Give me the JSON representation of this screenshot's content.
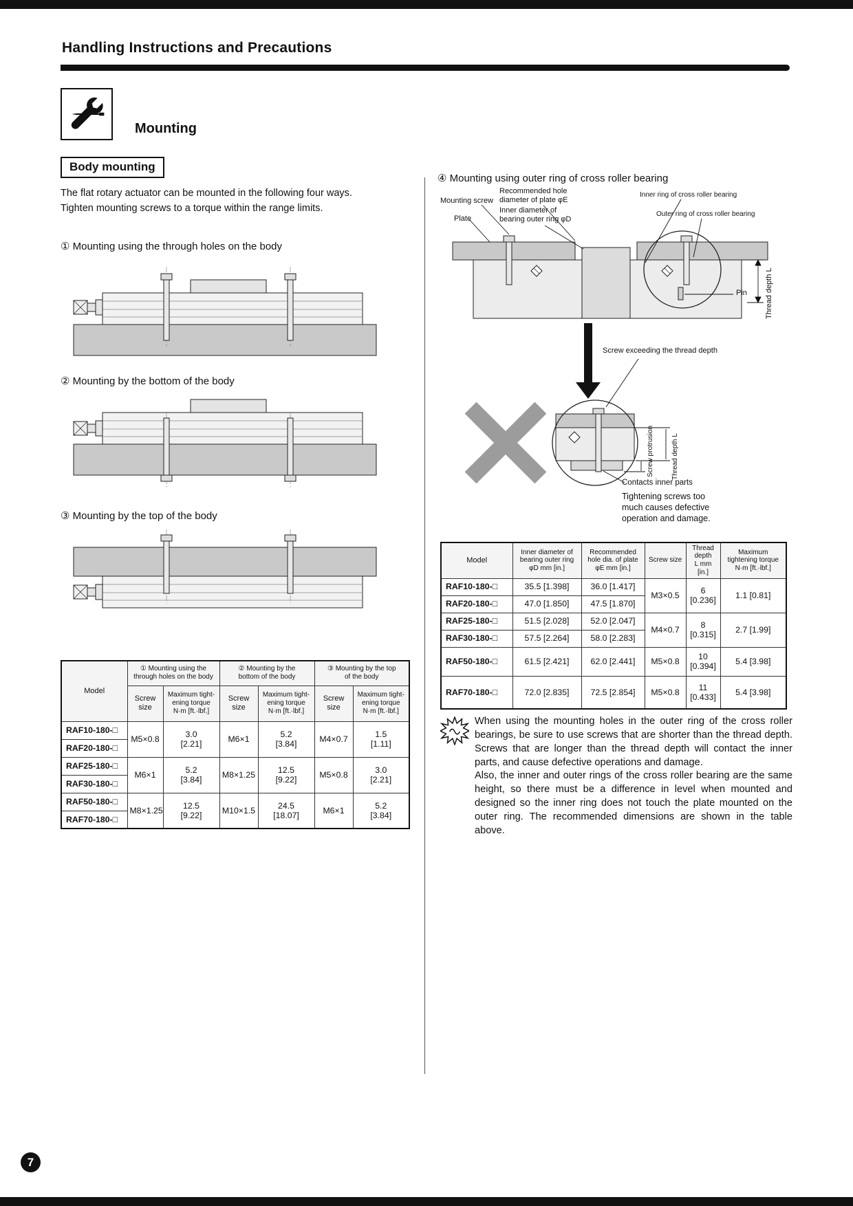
{
  "page": {
    "header_title": "Handling Instructions and Precautions",
    "page_number": "7"
  },
  "section": {
    "title": "Mounting",
    "subsection": "Body mounting",
    "intro": "The flat rotary actuator can be mounted in the following four ways.\nTighten mounting screws to a torque within the range limits.",
    "method1": "① Mounting using the through holes on the body",
    "method2": "② Mounting by the bottom of the body",
    "method3": "③ Mounting by the top of the body",
    "method4": "④ Mounting using outer ring of cross roller bearing"
  },
  "diagram4": {
    "mounting_screw": "Mounting screw",
    "plate": "Plate",
    "recommended_hole": "Recommended hole\ndiameter of plate φE",
    "inner_diameter": "Inner diameter of\nbearing outer ring φD",
    "inner_ring": "Inner ring of cross roller bearing",
    "outer_ring": "Outer ring of cross roller bearing",
    "pin": "Pin",
    "thread_depth_top": "Thread depth L",
    "screw_exceeding": "Screw exceeding the thread depth",
    "screw_protrusion": "Screw protrusion",
    "thread_depth_bottom": "Thread depth L",
    "contacts": "Contacts inner parts",
    "caution": "Tightening screws too\nmuch causes defective\noperation and damage."
  },
  "torque_table": {
    "model_header": "Model",
    "group1": "① Mounting using the\nthrough holes on the body",
    "group2": "② Mounting by the\nbottom of the body",
    "group3": "③ Mounting by the top\nof the body",
    "screw_size": "Screw\nsize",
    "max_torque": "Maximum tight-\nening torque\nN·m [ft.·lbf.]",
    "models": [
      "RAF10-180-□",
      "RAF20-180-□",
      "RAF25-180-□",
      "RAF30-180-□",
      "RAF50-180-□",
      "RAF70-180-□"
    ],
    "pairs": [
      {
        "screw1": "M5×0.8",
        "torque1": "3.0\n[2.21]",
        "screw2": "M6×1",
        "torque2": "5.2\n[3.84]",
        "screw3": "M4×0.7",
        "torque3": "1.5\n[1.11]"
      },
      {
        "screw1": "M6×1",
        "torque1": "5.2\n[3.84]",
        "screw2": "M8×1.25",
        "torque2": "12.5\n[9.22]",
        "screw3": "M5×0.8",
        "torque3": "3.0\n[2.21]"
      },
      {
        "screw1": "M8×1.25",
        "torque1": "12.5\n[9.22]",
        "screw2": "M10×1.5",
        "torque2": "24.5\n[18.07]",
        "screw3": "M6×1",
        "torque3": "5.2\n[3.84]"
      }
    ]
  },
  "bearing_table": {
    "headers": {
      "model": "Model",
      "inner_dia": "Inner diameter of\nbearing outer ring\nφD mm [in.]",
      "hole_dia": "Recommended\nhole dia. of plate\nφE mm [in.]",
      "screw_size": "Screw size",
      "thread_depth": "Thread\ndepth\nL mm [in.]",
      "max_torque": "Maximum\ntightening torque\nN·m [ft.·lbf.]"
    },
    "rows": [
      {
        "model": "RAF10-180-□",
        "inner": "35.5 [1.398]",
        "hole": "36.0 [1.417]"
      },
      {
        "model": "RAF20-180-□",
        "inner": "47.0 [1.850]",
        "hole": "47.5 [1.870]"
      },
      {
        "model": "RAF25-180-□",
        "inner": "51.5 [2.028]",
        "hole": "52.0 [2.047]"
      },
      {
        "model": "RAF30-180-□",
        "inner": "57.5 [2.264]",
        "hole": "58.0 [2.283]"
      },
      {
        "model": "RAF50-180-□",
        "inner": "61.5 [2.421]",
        "hole": "62.0 [2.441]"
      },
      {
        "model": "RAF70-180-□",
        "inner": "72.0 [2.835]",
        "hole": "72.5 [2.854]"
      }
    ],
    "merged": [
      {
        "screw": "M3×0.5",
        "depth": "6\n[0.236]",
        "torque": "1.1 [0.81]"
      },
      {
        "screw": "M4×0.7",
        "depth": "8\n[0.315]",
        "torque": "2.7 [1.99]"
      },
      {
        "screw": "M5×0.8",
        "depth": "10\n[0.394]",
        "torque": "5.4 [3.98]"
      },
      {
        "screw": "M5×0.8",
        "depth": "11\n[0.433]",
        "torque": "5.4 [3.98]"
      }
    ]
  },
  "note": {
    "para1": "When using the mounting holes in the outer ring of the cross roller bearings, be sure to use screws that are shorter than the thread depth. Screws that are longer than the thread depth will contact the inner parts, and cause defective operations and damage.",
    "para2": "Also, the inner and outer rings of the cross roller bearing are the same height, so there must be a difference in level when mounted and designed so the inner ring does not touch the plate mounted on the outer ring. The recommended dimensions are shown in the table above."
  }
}
